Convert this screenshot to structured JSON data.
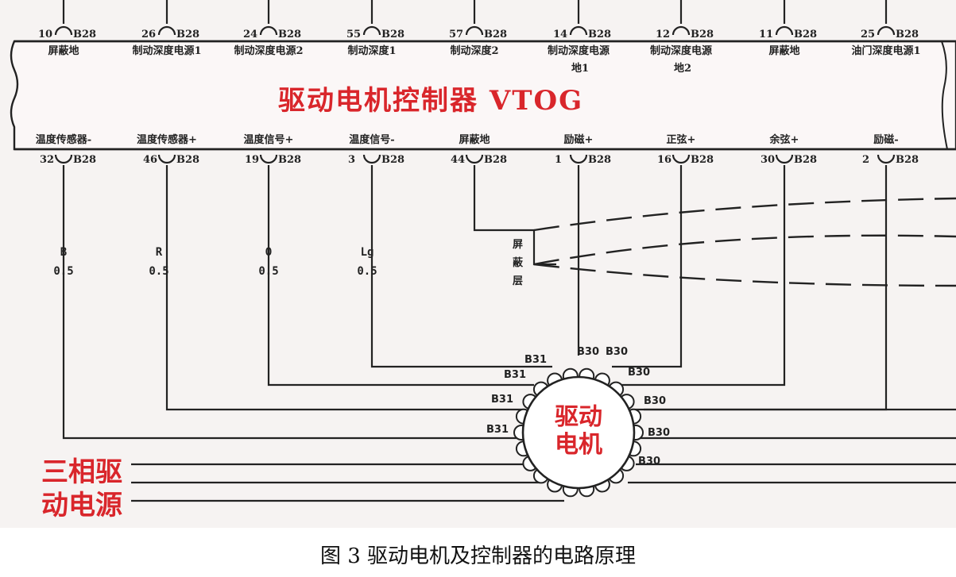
{
  "controller": {
    "title": "驱动电机控制器 VTOG",
    "top_pins": [
      {
        "num": "10",
        "conn": "B28",
        "label": "屏蔽地",
        "label2": ""
      },
      {
        "num": "26",
        "conn": "B28",
        "label": "制动深度电源1",
        "label2": ""
      },
      {
        "num": "24",
        "conn": "B28",
        "label": "制动深度电源2",
        "label2": ""
      },
      {
        "num": "55",
        "conn": "B28",
        "label": "制动深度1",
        "label2": ""
      },
      {
        "num": "57",
        "conn": "B28",
        "label": "制动深度2",
        "label2": ""
      },
      {
        "num": "14",
        "conn": "B28",
        "label": "制动深度电源",
        "label2": "地1"
      },
      {
        "num": "12",
        "conn": "B28",
        "label": "制动深度电源",
        "label2": "地2"
      },
      {
        "num": "11",
        "conn": "B28",
        "label": "屏蔽地",
        "label2": ""
      },
      {
        "num": "25",
        "conn": "B28",
        "label": "油门深度电源1",
        "label2": ""
      }
    ],
    "bottom_pins": [
      {
        "num": "32",
        "conn": "B28",
        "label": "温度传感器-"
      },
      {
        "num": "46",
        "conn": "B28",
        "label": "温度传感器+"
      },
      {
        "num": "19",
        "conn": "B28",
        "label": "温度信号+"
      },
      {
        "num": "3",
        "conn": "B28",
        "label": "温度信号-"
      },
      {
        "num": "44",
        "conn": "B28",
        "label": "屏蔽地"
      },
      {
        "num": "1",
        "conn": "B28",
        "label": "励磁+"
      },
      {
        "num": "16",
        "conn": "B28",
        "label": "正弦+"
      },
      {
        "num": "30",
        "conn": "B28",
        "label": "余弦+"
      },
      {
        "num": "2",
        "conn": "B28",
        "label": "励磁-"
      }
    ]
  },
  "wires": [
    {
      "color": "B",
      "gauge": "0.5"
    },
    {
      "color": "R",
      "gauge": "0.5"
    },
    {
      "color": "O",
      "gauge": "0.5"
    },
    {
      "color": "Lg",
      "gauge": "0.5"
    }
  ],
  "shield_label": [
    "屏",
    "蔽",
    "层"
  ],
  "motor": {
    "title_line1": "驱动",
    "title_line2": "电机",
    "conn_left": "B31",
    "conn_right": "B30"
  },
  "power_label": [
    "三相驱",
    "动电源"
  ],
  "caption": "图 3 驱动电机及控制器的电路原理",
  "colors": {
    "title_red": "#d9262b",
    "line": "#222222"
  }
}
